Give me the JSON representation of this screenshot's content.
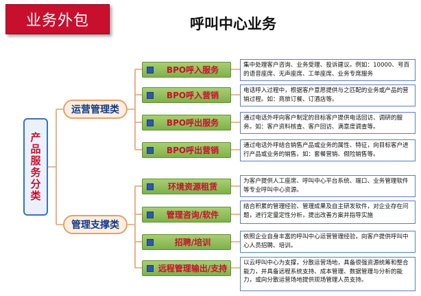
{
  "header": {
    "badge": "业务外包",
    "title": "呼叫中心业务"
  },
  "root": {
    "label": "产品服务分类"
  },
  "categories": [
    {
      "label": "运营管理类"
    },
    {
      "label": "管理支撑类"
    }
  ],
  "items": [
    {
      "label": "BPO呼入服务",
      "desc": "集中处理客户咨询、业务受理、投诉建议。例如：10000、号百的语音座席、无声座席、工单座席、业务专席服务"
    },
    {
      "label": "BPO呼入营销",
      "desc": "电话呼入过程中，根据客户意愿提供与之匹配的业务或产品的营销过程。如：商旅订餐、订酒店等。"
    },
    {
      "label": "BPO呼出服务",
      "desc": "通过电话外呼向客户制定的目标客户提供电话回访、调研的服务。如：客户资料核查、客户回访、满意度调查等。"
    },
    {
      "label": "BPO呼出营销",
      "desc": "通过电话外呼结合销售产品或业务的属性、特征，向目标客户进行产品或业务的销售。如：套餐营销、假险销售等。"
    },
    {
      "label": "环境资源租赁",
      "desc": "为客户提供人工座席、呼叫中心平台系统、端口、业务管理软件等专业呼叫中心资源。"
    },
    {
      "label": "管理咨询/软件",
      "desc": "结合积累的管理经验、管理成果及自主研发软件，对企业存在问题，进行定量定性分析，提出改善方案并指导实施"
    },
    {
      "label": "招聘/培训",
      "desc": "依照企业自身丰富的呼叫中心运营管理经验，向客户提供呼叫中心人员招聘、培训。"
    },
    {
      "label": "远程管理输出/支持",
      "desc": "以云呼叫中心为支撑，分散运营场地，具备很强资源统筹和整合能力，并具备远程系统支持、成本管理、数据管理与分析的能力，或向分散运营场地提供现场管理人员支持。"
    }
  ],
  "colors": {
    "badge_bg": "#c8102e",
    "category_text": "#123a8a",
    "item_text": "#c8102e",
    "item_bg": "#8fbf5a",
    "connector": "#e3a06b",
    "desc_border": "#5b7fb8"
  }
}
